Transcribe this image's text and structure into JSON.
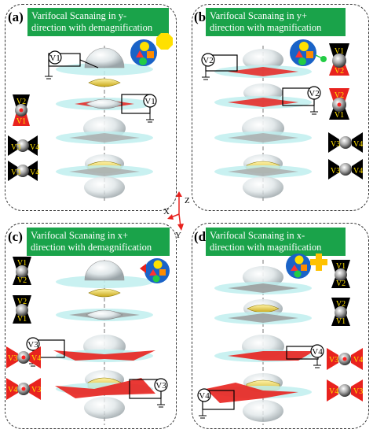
{
  "panels": [
    {
      "label": "(a)",
      "title_line1": "Varifocal Scanaing in y-",
      "title_line2": "direction with demagnification",
      "electrode_a": "V1",
      "electrode_b": "V1"
    },
    {
      "label": "(b)",
      "title_line1": "Varifocal Scanaing in y+",
      "title_line2": "direction with magnification",
      "electrode_a": "V2",
      "electrode_b": "V2"
    },
    {
      "label": "(c)",
      "title_line1": "Varifocal Scanaing in x+",
      "title_line2": "direction with demagnification",
      "electrode_a": "V3",
      "electrode_b": "V3"
    },
    {
      "label": "(d)",
      "title_line1": "Varifocal Scanaing in x-",
      "title_line2": "direction with magnification",
      "electrode_a": "V4",
      "electrode_b": "V4"
    }
  ],
  "axes": {
    "x": "X",
    "y": "Y",
    "z": "Z"
  },
  "electrode_labels": [
    "V1",
    "V2",
    "V3",
    "V4"
  ],
  "colors": {
    "title_bg": "#1aa34a",
    "active": "#e8221e",
    "inactive": "#000000",
    "water": "#bfeeee",
    "oil": "#e0c83a"
  }
}
